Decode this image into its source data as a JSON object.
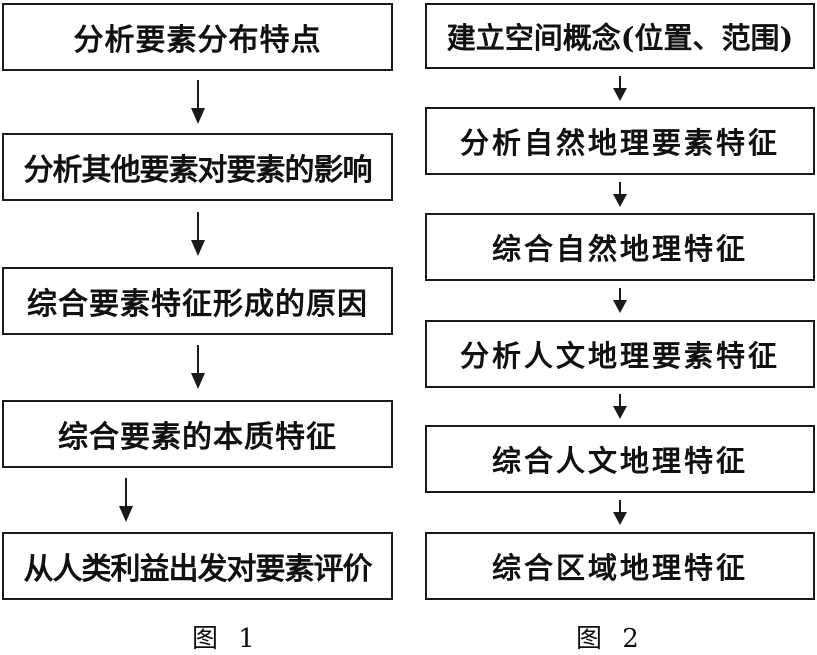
{
  "figure1": {
    "caption": "图 1",
    "steps": [
      "分析要素分布特点",
      "分析其他要素对要素的影响",
      "综合要素特征形成的原因",
      "综合要素的本质特征",
      "从人类利益出发对要素评价"
    ]
  },
  "figure2": {
    "caption": "图 2",
    "steps": [
      "建立空间概念(位置、范围)",
      "分析自然地理要素特征",
      "综合自然地理特征",
      "分析人文地理要素特征",
      "综合人文地理特征",
      "综合区域地理特征"
    ]
  }
}
